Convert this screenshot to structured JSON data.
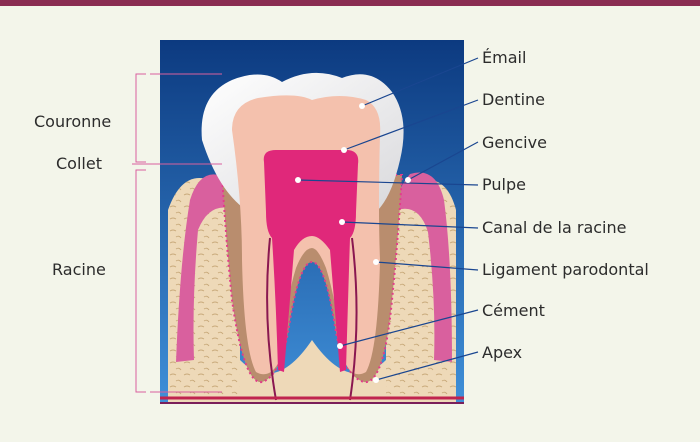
{
  "colors": {
    "bar": "#8a2d52",
    "background": "#f3f5ea",
    "sky_top": "#0c3a80",
    "sky_bottom": "#3f8fd8",
    "bone": "#eed9b8",
    "gum": "#d9609e",
    "enamel": "#f4f4f4",
    "dentin": "#f4c1ad",
    "pulp": "#e0287a",
    "leader": "#1a4690"
  },
  "left_labels": {
    "crown": "Couronne",
    "neck": "Collet",
    "root": "Racine"
  },
  "right_labels": [
    {
      "id": "enamel",
      "text": "Émail"
    },
    {
      "id": "dentin",
      "text": "Dentine"
    },
    {
      "id": "gum",
      "text": "Gencive"
    },
    {
      "id": "pulp",
      "text": "Pulpe"
    },
    {
      "id": "root-canal",
      "text": "Canal de la racine"
    },
    {
      "id": "periodontal-ligament",
      "text": "Ligament parodontal"
    },
    {
      "id": "cementum",
      "text": "Cément"
    },
    {
      "id": "apex",
      "text": "Apex"
    }
  ]
}
